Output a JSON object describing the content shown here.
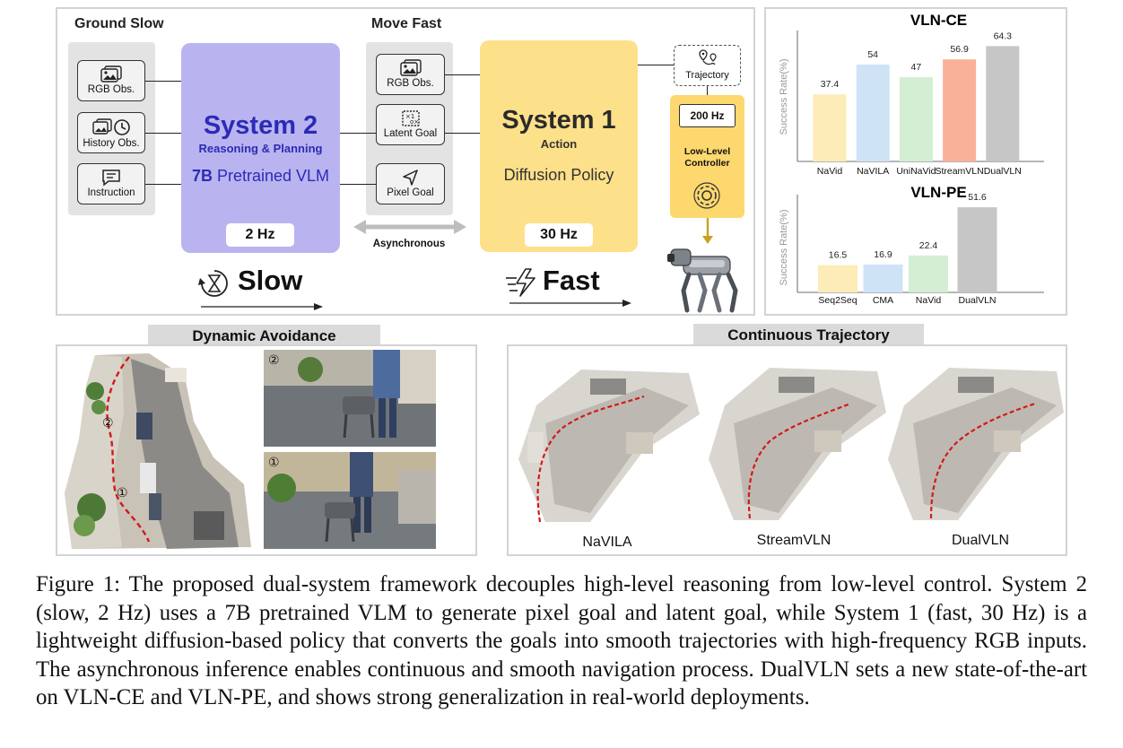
{
  "framework": {
    "ground_slow_label": "Ground Slow",
    "move_fast_label": "Move Fast",
    "inputs_left": [
      "RGB Obs.",
      "History Obs.",
      "Instruction"
    ],
    "inputs_middle": [
      "RGB Obs.",
      "Latent Goal",
      "Pixel Goal"
    ],
    "system2": {
      "title": "System 2",
      "subtitle": "Reasoning & Planning",
      "model_bold": "7B",
      "model_rest": " Pretrained VLM",
      "freq": "2 Hz"
    },
    "system1": {
      "title": "System 1",
      "subtitle": "Action",
      "model": "Diffusion Policy",
      "freq": "30 Hz"
    },
    "asynchronous_label": "Asynchronous",
    "trajectory_label": "Trajectory",
    "controller": {
      "freq": "200 Hz",
      "label_line1": "Low-Level",
      "label_line2": "Controller"
    },
    "slow_label": "Slow",
    "fast_label": "Fast",
    "colors": {
      "system2": "#b9b4f0",
      "system2_text": "#2b2bb5",
      "system1": "#fde08a",
      "controller": "#fdd86e"
    },
    "icons": [
      "image-icon",
      "history-icon",
      "chat-icon",
      "latent-goal-icon",
      "cursor-icon",
      "map-pin-icon",
      "gear-icon",
      "hourglass-icon",
      "speed-icon",
      "robot-dog-icon"
    ]
  },
  "chart_data": [
    {
      "type": "bar",
      "title": "VLN-CE",
      "ylabel": "Success Rate(%)",
      "categories": [
        "NaVid",
        "NaVILA",
        "UniNaVid",
        "StreamVLN",
        "DualVLN"
      ],
      "values": [
        37.4,
        54,
        47,
        56.9,
        64.3
      ],
      "colors": [
        "#fdebb8",
        "#cfe3f6",
        "#d4eed4",
        "#f9b19a",
        "#c6c6c6"
      ],
      "ylim": [
        0,
        70
      ]
    },
    {
      "type": "bar",
      "title": "VLN-PE",
      "ylabel": "Success Rate(%)",
      "categories": [
        "Seq2Seq",
        "CMA",
        "NaVid",
        "DualVLN"
      ],
      "values": [
        16.5,
        16.9,
        22.4,
        51.6
      ],
      "colors": [
        "#fdebb8",
        "#cfe3f6",
        "#d4eed4",
        "#c6c6c6"
      ],
      "ylim": [
        0,
        56
      ]
    }
  ],
  "dynamic_avoidance": {
    "title": "Dynamic Avoidance",
    "markers": [
      "②",
      "①"
    ]
  },
  "continuous_trajectory": {
    "title": "Continuous Trajectory",
    "labels": [
      "NaVILA",
      "StreamVLN",
      "DualVLN"
    ]
  },
  "caption": "Figure 1: The proposed dual-system framework decouples high-level reasoning from low-level control. System 2 (slow, 2 Hz) uses a 7B pretrained VLM to generate pixel goal and latent goal, while System 1 (fast, 30 Hz) is a lightweight diffusion-based policy that converts the goals into smooth trajectories with high-frequency RGB inputs. The asynchronous inference enables continuous and smooth navigation process. DualVLN sets a new state-of-the-art on VLN-CE and VLN-PE, and shows strong generalization in real-world deployments."
}
